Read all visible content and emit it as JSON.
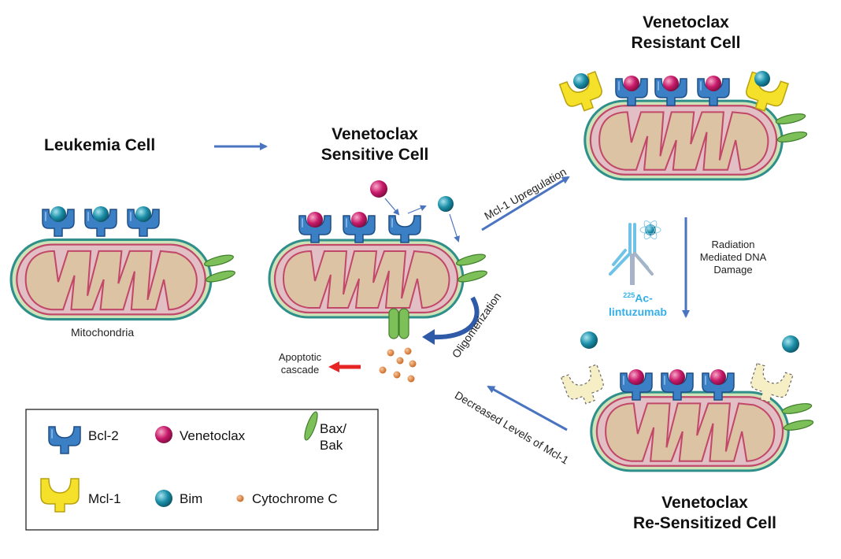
{
  "labels": {
    "leukemia_cell": "Leukemia Cell",
    "sensitive_cell_line1": "Venetoclax",
    "sensitive_cell_line2": "Sensitive Cell",
    "resistant_cell_line1": "Venetoclax",
    "resistant_cell_line2": "Resistant Cell",
    "resensitized_cell_line1": "Venetoclax",
    "resensitized_cell_line2": "Re-Sensitized Cell",
    "mitochondria": "Mitochondria",
    "apoptotic_line1": "Apoptotic",
    "apoptotic_line2": "cascade",
    "mcl1_upregulation": "Mcl-1 Upregulation",
    "oligomerization": "Oligomerization",
    "radiation_line1": "Radiation",
    "radiation_line2": "Mediated DNA",
    "radiation_line3": "Damage",
    "ac_isotope": "225",
    "ac_element": "Ac-",
    "ac_drug": "lintuzumab",
    "decreased_mcl1": "Decreased Levels of Mcl-1"
  },
  "legend": {
    "bcl2": "Bcl-2",
    "venetoclax": "Venetoclax",
    "baxbak_line1": "Bax/",
    "baxbak_line2": "Bak",
    "mcl1": "Mcl-1",
    "bim": "Bim",
    "cytochrome": "Cytochrome C"
  },
  "colors": {
    "bcl2": "#3b7fc4",
    "mcl1": "#f5e02a",
    "mcl1_faded": "#f6efc6",
    "venetoclax": "#c81a6a",
    "bim": "#1b8fa8",
    "baxbak": "#7dc05a",
    "cytochrome": "#e0803a",
    "arrow_blue": "#4a74c0",
    "arrow_red": "#e62424",
    "antibody": "#6fc3e8",
    "mito_fill": "#dcc3a3",
    "mito_outer": "#2f8f8a",
    "mito_inner": "#c2486a"
  }
}
